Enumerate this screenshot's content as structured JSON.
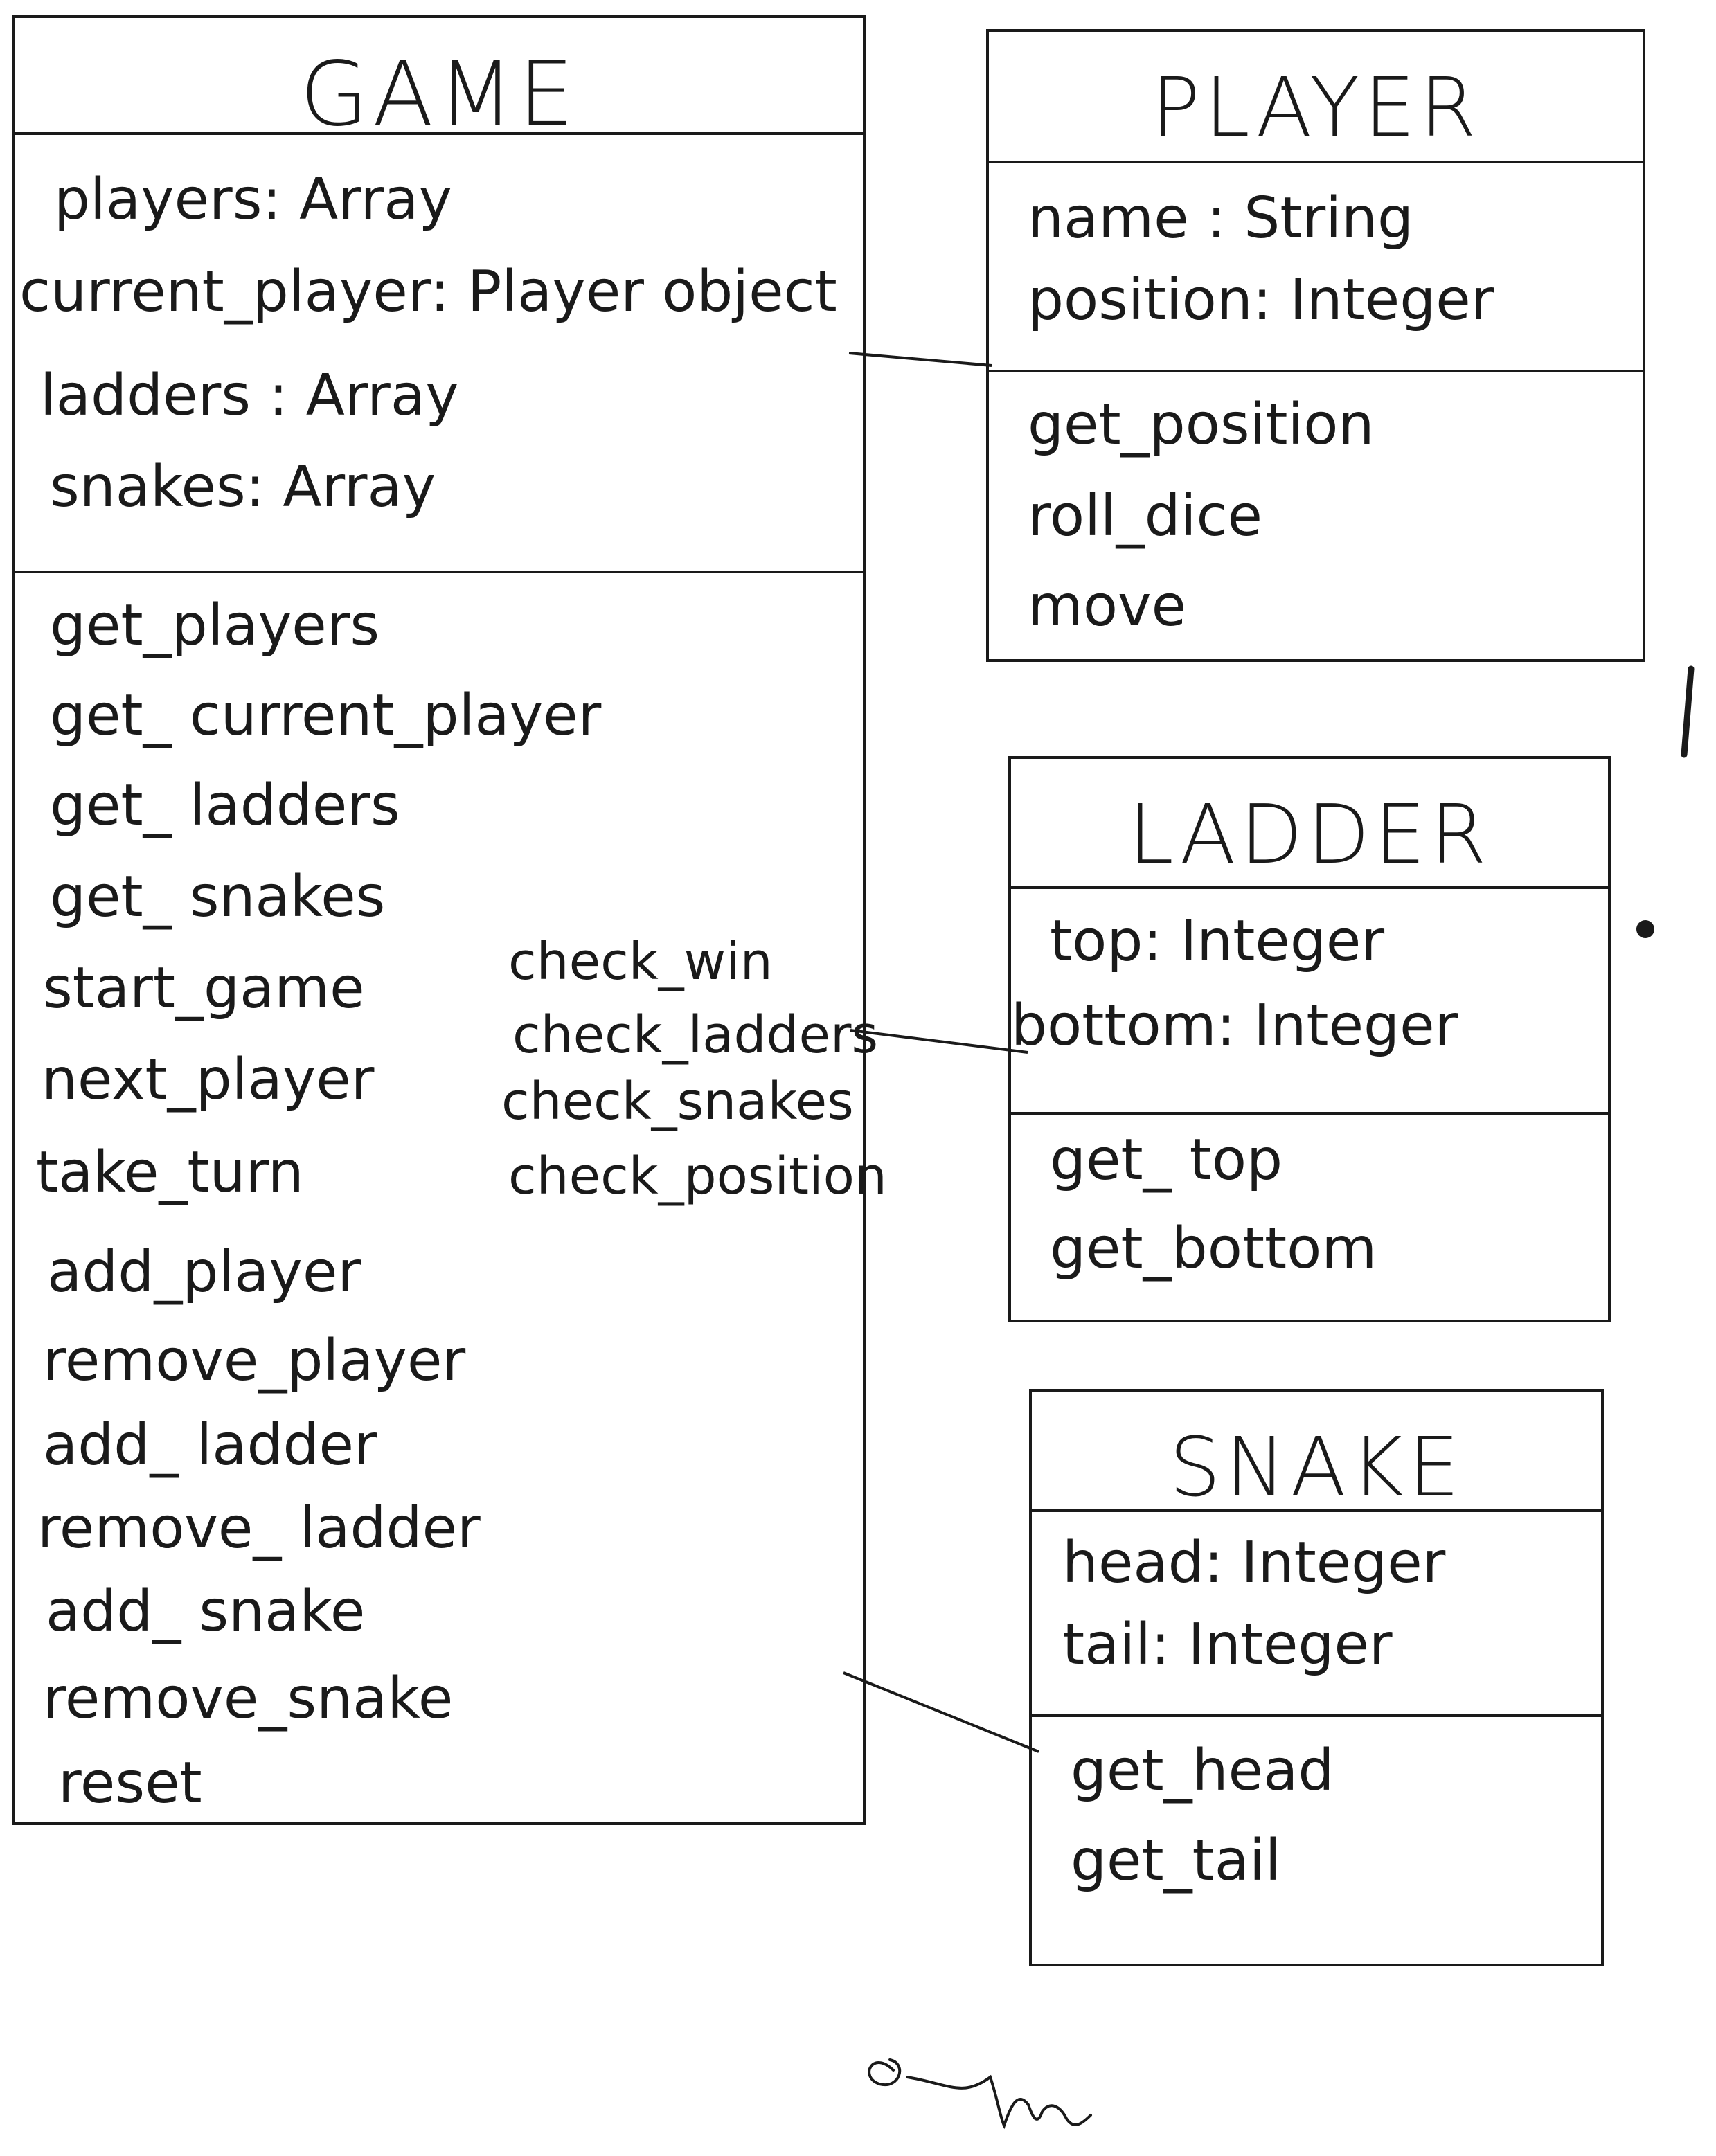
{
  "game": {
    "title": "GAME",
    "attributes": [
      "players: Array",
      "current_player: Player object",
      "ladders : Array",
      "snakes: Array"
    ],
    "methods_left": [
      "get_players",
      "get_ current_player",
      "get_ ladders",
      "get_ snakes",
      "start_game",
      "next_player",
      "take_turn",
      "add_player",
      "remove_player",
      "add_ ladder",
      "remove_ ladder",
      "add_ snake",
      "remove_snake",
      "reset"
    ],
    "methods_right": [
      "check_win",
      "check_ladders",
      "check_snakes",
      "check_position"
    ]
  },
  "player": {
    "title": "PLAYER",
    "attributes": [
      "name : String",
      "position: Integer"
    ],
    "methods": [
      "get_position",
      "roll_dice",
      "move"
    ]
  },
  "ladder": {
    "title": "LADDER",
    "attributes": [
      "top: Integer",
      "bottom: Integer"
    ],
    "methods": [
      "get_ top",
      "get_bottom"
    ]
  },
  "snake": {
    "title": "SNAKE",
    "attributes": [
      "head: Integer",
      "tail: Integer"
    ],
    "methods": [
      "get_head",
      "get_tail"
    ]
  }
}
